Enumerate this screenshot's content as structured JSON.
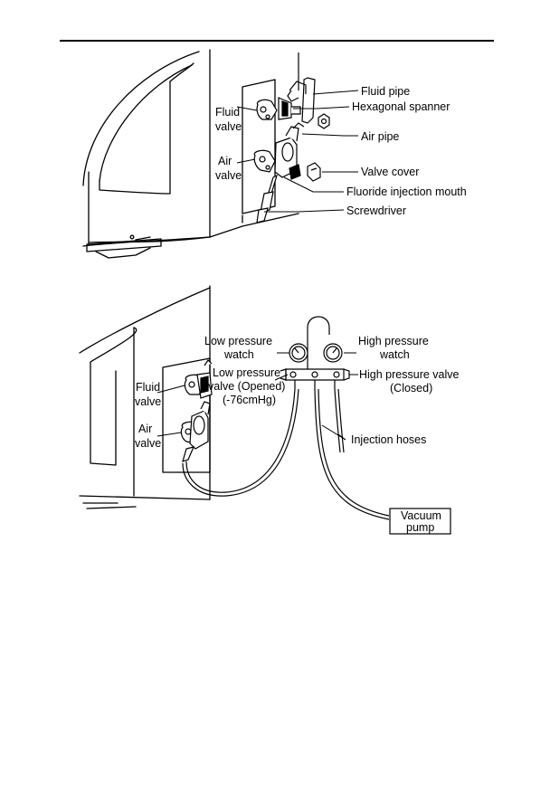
{
  "figure1": {
    "labels": {
      "fluid_pipe": "Fluid pipe",
      "hexagonal_spanner": "Hexagonal spanner",
      "air_pipe": "Air pipe",
      "valve_cover": "Valve cover",
      "fluoride_injection_mouth": "Fluoride injection mouth",
      "screwdriver": "Screwdriver",
      "fluid_valve_1": "Fluid",
      "fluid_valve_2": "valve",
      "air_valve_1": "Air",
      "air_valve_2": "valve"
    }
  },
  "figure2": {
    "labels": {
      "low_pressure_watch_1": "Low pressure",
      "low_pressure_watch_2": "watch",
      "high_pressure_watch_1": "High pressure",
      "high_pressure_watch_2": "watch",
      "low_pressure_valve_1": "Low pressure",
      "low_pressure_valve_2": "valve (Opened)",
      "low_pressure_valve_3": "(-76cmHg)",
      "high_pressure_valve_1": "High pressure valve",
      "high_pressure_valve_2": "(Closed)",
      "fluid_valve_1": "Fluid",
      "fluid_valve_2": "valve",
      "air_valve_1": "Air",
      "air_valve_2": "valve",
      "injection_hoses": "Injection hoses",
      "vacuum_pump_1": "Vacuum",
      "vacuum_pump_2": "pump"
    }
  }
}
